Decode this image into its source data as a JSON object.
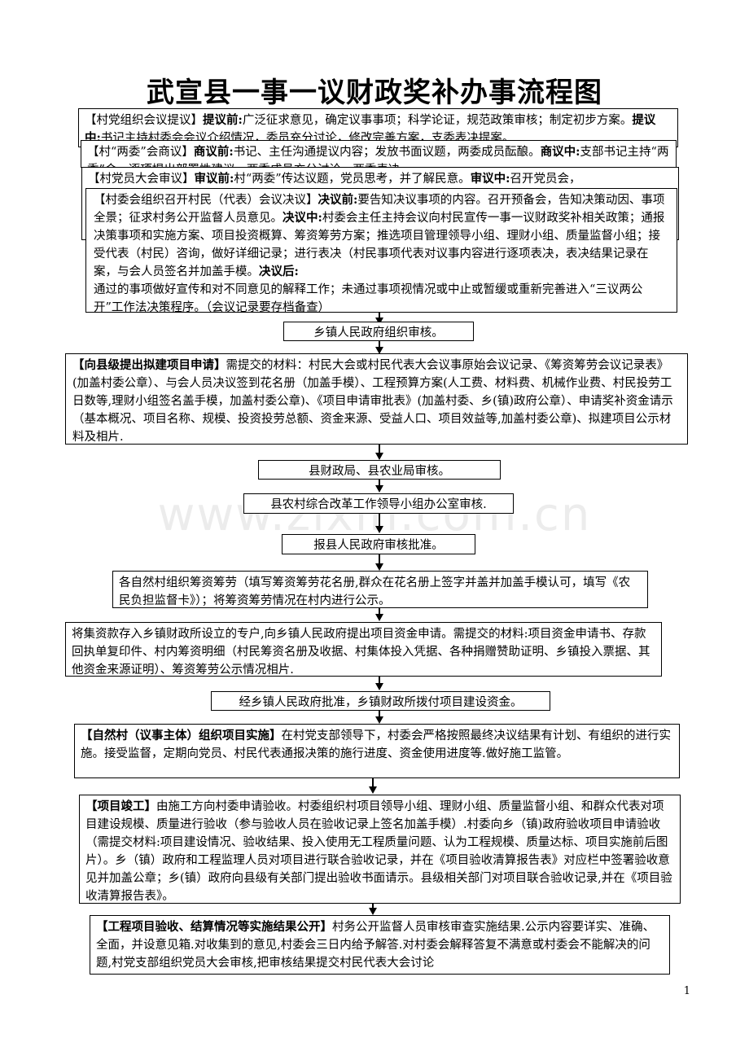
{
  "title": "武宣县一事一议财政奖补办事流程图",
  "watermark": "www.zixin.com.cn",
  "page_number": "1",
  "stacked": {
    "box1": {
      "tag": "【村党组织会议提议】",
      "k1": "提议前:",
      "t1": "广泛征求意见，确定议事事项；科学论证，规范政策审核；制定初步方案。",
      "k2": "提议中:",
      "t2": "书记主持村委会会议介绍情况，委员充分讨论，修改完善方案，支委表决提案。"
    },
    "box2": {
      "tag": "【村“两委”会商议】",
      "k1": "商议前:",
      "t1": "书记、主任沟通提议内容；发放书面议题，两委成员酝酿。",
      "k2": "商议中:",
      "t2": "支部书记主持“两委”会，逐项提出部署性建议，两委成员充分讨论，两委表决。"
    },
    "box3": {
      "tag": "【村党员大会审议】",
      "k1": "审议前:",
      "t1": "村“两委”传达议题，党员思考，并了解民意。",
      "k2": "审议中:",
      "t2": "召开党员会，"
    },
    "box4": {
      "tag": "【村委会组织召开村民（代表）会议决议】",
      "k1": "决议前:",
      "t1": "要告知决议事项的内容。召开预备会，告知决策动因、事项全景；征求村务公开监督人员意见。",
      "k2": "决议中:",
      "t2": "村委会主任主持会议向村民宣传一事一议财政奖补相关政策；通报决策事项和实施方案、项目投资概算、筹资筹劳方案；推选项目管理领导小组、理财小组、质量监督小组；接受代表（村民）咨询，做好详细记录；进行表决（村民事项代表对议事内容进行逐项表决，表决结果记录在案，与会人员签名并加盖手模。",
      "k3": "决议后:",
      "t3": "通过的事项做好宣传和对不同意见的解释工作；未通过事项视情况或中止或暂缓或重新完善进入“三议两公开”工作法决策程序。（会议记录要存档备查）"
    }
  },
  "steps": {
    "s1": "乡镇人民政府组织审核。",
    "s2_tag": "【向县级提出拟建项目申请】",
    "s2": "需提交的材料：村民大会或村民代表大会议事原始会议记录、《筹资筹劳会议记录表》(加盖村委公章）、与会人员决议签到花名册（加盖手模）、工程预算方案(人工费、材料费、机械作业费、村民投劳工日数等,理财小组签名盖手模，加盖村委公章)、《项目申请审批表》(加盖村委、乡(镇)政府公章）、申请奖补资金请示（基本概况、项目名称、规模、投资投劳总额、资金来源、受益人口、项目效益等,加盖村委公章)、拟建项目公示材料及相片.",
    "s3": "县财政局、县农业局审核。",
    "s4": "县农村综合改革工作领导小组办公室审核.",
    "s5": "报县人民政府审核批准。",
    "s6": "各自然村组织筹资筹劳（填写筹资筹劳花名册,群众在花名册上签字并盖并加盖手模认可，填写《农民负担监督卡》）；将筹资筹劳情况在村内进行公示。",
    "s7": "将集资款存入乡镇财政所设立的专户,向乡镇人民政府提出项目资金申请。需提交的材料:项目资金申请书、存款回执单复印件、村内筹资明细（村民筹资名册及收据、村集体投入凭据、各种捐赠赞助证明、乡镇投入票据、其他资金来源证明）、筹资筹劳公示情况相片.",
    "s8": "经乡镇人民政府批准，乡镇财政所拨付项目建设资金。",
    "s9_tag": "【自然村（议事主体）组织项目实施】",
    "s9": "在村党支部领导下，村委会严格按照最终决议结果有计划、有组织的进行实施。接受监督，定期向党员、村民代表通报决策的施行进度、资金使用进度等.做好施工监管。",
    "s10_tag": "【项目竣工】",
    "s10": "由施工方向村委申请验收。村委组织村项目领导小组、理财小组、质量监督小组、和群众代表对项目建设规模、质量进行验收（参与验收人员在验收记录上签名加盖手模）.村委向乡（镇)政府验收项目申请验收（需提交材料:项目建设情况、验收结果、投入使用无工程质量问题、认为工程规模、质量达标、项目实施前后图片）。乡（镇）政府和工程监理人员对项目进行联合验收记录，并在《项目验收清算报告表》对应栏中签署验收意见并加盖公章；乡(镇）政府向县级有关部门提出验收书面请示。县级相关部门对项目联合验收记录,并在《项目验收清算报告表》。",
    "s11_tag": "【工程项目验收、结算情况等实施结果公开】",
    "s11": "村务公开监督人员审核审查实施结果.公示内容要详实、准确、全面，并设意见箱.对收集到的意见,村委会三日内给予解答.对村委会解释答复不满意或村委会不能解决的问题,村党支部组织党员大会审核,把审核结果提交村民代表大会讨论"
  }
}
